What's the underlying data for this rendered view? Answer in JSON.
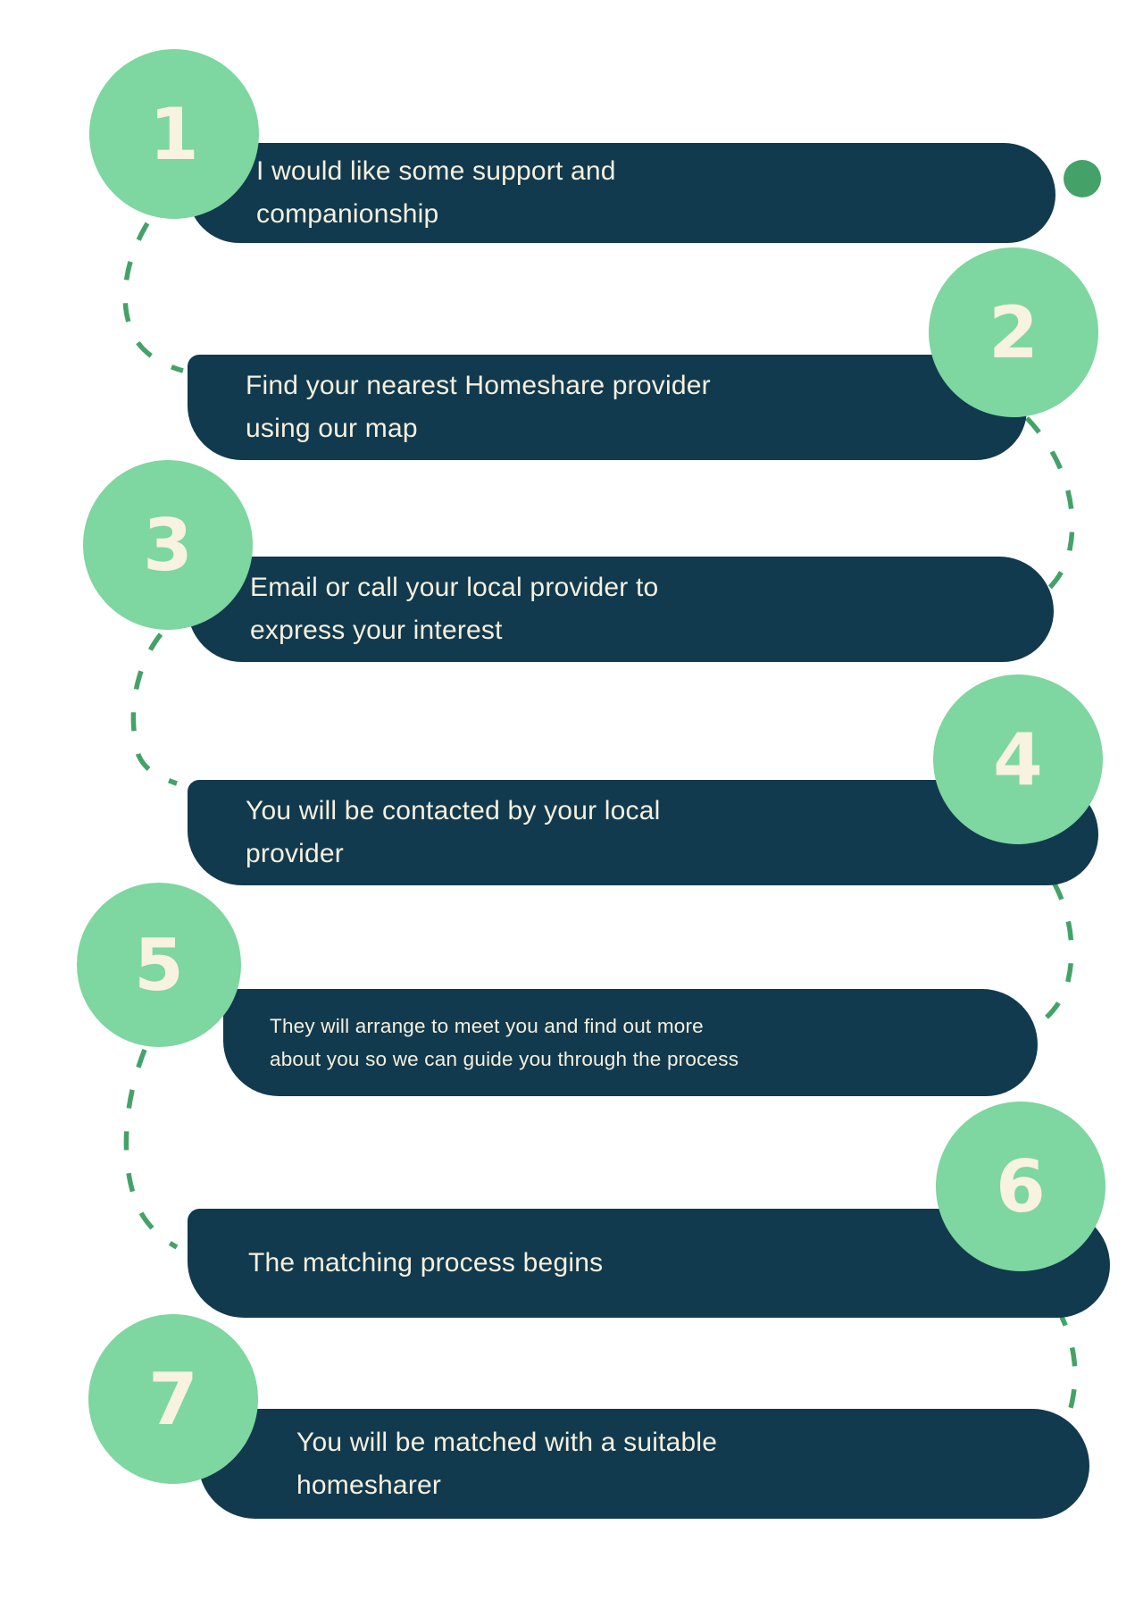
{
  "title": "Homeshare journey steps infographic",
  "colors": {
    "background": "#ffffff",
    "banner_navy": "#113a4e",
    "circle_green": "#7ed6a0",
    "connector_green": "#44a269",
    "text_cream": "#f6f0de"
  },
  "icons": {
    "connector_dot": "solid-green-dot",
    "connectors": "dashed-curved-lines"
  },
  "steps": [
    {
      "number": "1",
      "side": "left",
      "lines": [
        "I would like some support and",
        "companionship"
      ]
    },
    {
      "number": "2",
      "side": "right",
      "lines": [
        "Find your nearest Homeshare provider",
        "using our map"
      ]
    },
    {
      "number": "3",
      "side": "left",
      "lines": [
        "Email or call your local provider to",
        "express your interest"
      ]
    },
    {
      "number": "4",
      "side": "right",
      "lines": [
        "You will be contacted by your local",
        "provider"
      ]
    },
    {
      "number": "5",
      "side": "left",
      "lines": [
        "They will arrange to meet you and find out more",
        "about you so we can guide you through the process"
      ]
    },
    {
      "number": "6",
      "side": "right",
      "lines": [
        "The matching process begins"
      ]
    },
    {
      "number": "7",
      "side": "left",
      "lines": [
        "You will be matched with a suitable",
        "homesharer"
      ]
    }
  ]
}
